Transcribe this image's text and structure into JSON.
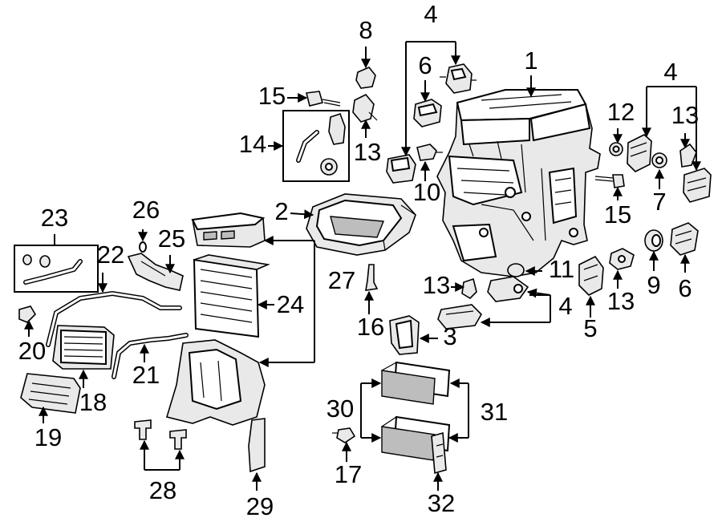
{
  "callouts": {
    "c1": "1",
    "c2": "2",
    "c3": "3",
    "c4a": "4",
    "c4b": "4",
    "c4c": "4",
    "c5": "5",
    "c6a": "6",
    "c6b": "6",
    "c7": "7",
    "c8": "8",
    "c9": "9",
    "c10": "10",
    "c11": "11",
    "c12": "12",
    "c13a": "13",
    "c13b": "13",
    "c13c": "13",
    "c13d": "13",
    "c14": "14",
    "c15a": "15",
    "c15b": "15",
    "c16": "16",
    "c17": "17",
    "c18": "18",
    "c19": "19",
    "c20": "20",
    "c21": "21",
    "c22": "22",
    "c23": "23",
    "c24": "24",
    "c25": "25",
    "c26": "26",
    "c27": "27",
    "c28": "28",
    "c29": "29",
    "c30": "30",
    "c31": "31",
    "c32": "32"
  }
}
